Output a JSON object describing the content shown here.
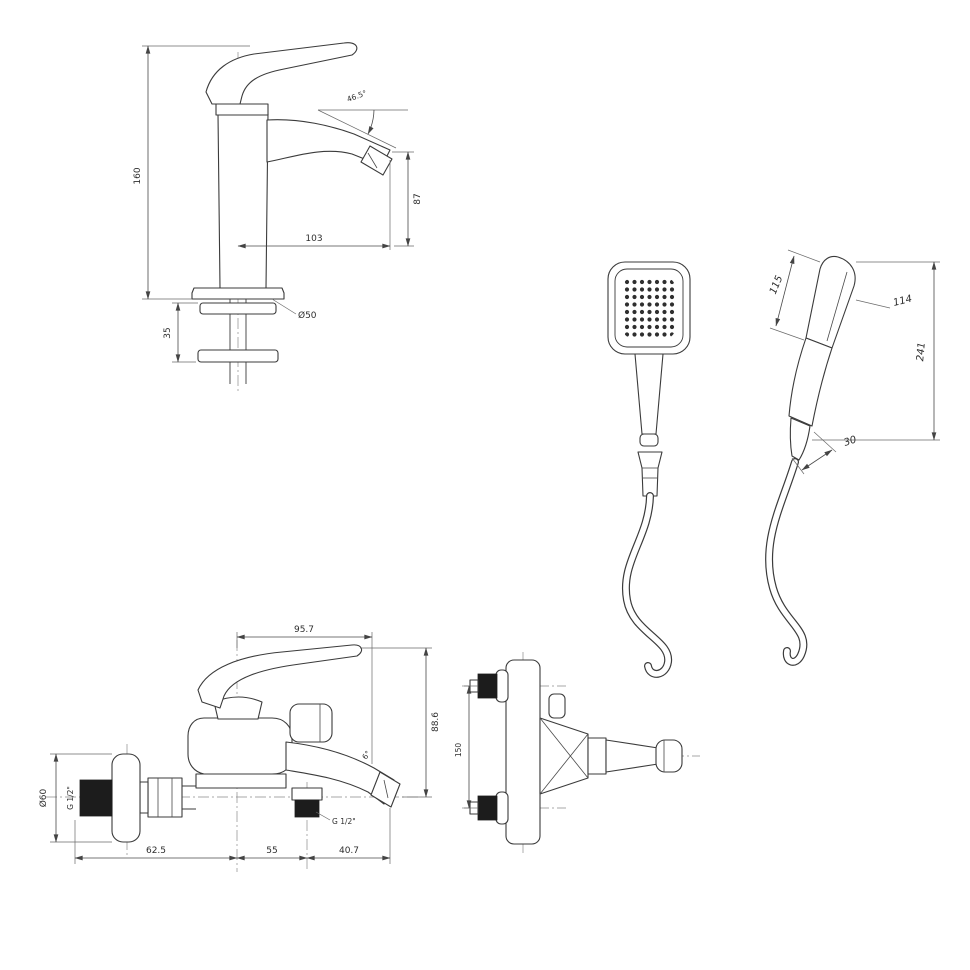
{
  "canvas": {
    "background": "#ffffff",
    "line_color": "#3b3b3b"
  },
  "views": {
    "basin_faucet": {
      "dims": {
        "height": "160",
        "reach": "103",
        "spout_height": "87",
        "spout_angle": "46.5°",
        "base_dia": "Ø50",
        "deck": "35"
      }
    },
    "hand_shower_side": {
      "dims": {
        "face_length": "115",
        "head_length": "114",
        "total_length": "241",
        "head_depth": "30"
      }
    },
    "bath_mixer_side": {
      "dims": {
        "top_width": "95.7",
        "height": "88.6",
        "flange_dia": "Ø60",
        "inlet_thread": "G 1/2\"",
        "outlet_thread": "G 1/2\"",
        "seg_left": "62.5",
        "seg_mid": "55",
        "seg_right": "40.7",
        "spout_angle": "6°"
      }
    },
    "bath_mixer_front": {
      "dims": {
        "inlet_centers": "150"
      }
    }
  }
}
